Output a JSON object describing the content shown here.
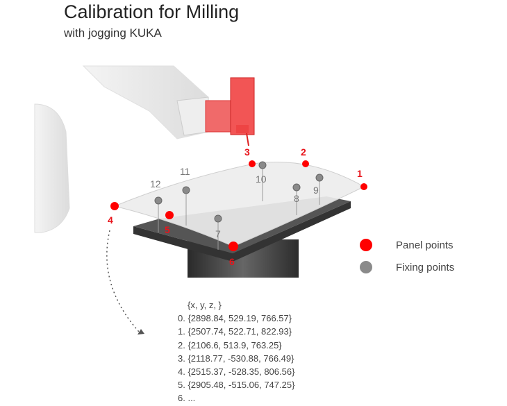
{
  "title": "Calibration for Milling",
  "subtitle": "with jogging KUKA",
  "panel_points": [
    "1",
    "2",
    "3",
    "4",
    "5",
    "6"
  ],
  "fixing_points": [
    "7",
    "8",
    "9",
    "10",
    "11",
    "12"
  ],
  "legend": [
    {
      "label": "Panel points",
      "color": "#ff0000"
    },
    {
      "label": "Fixing points",
      "color": "#8a8a8a"
    }
  ],
  "coordinates": {
    "header": "{x, y, z, }",
    "rows": [
      "0. {2898.84, 529.19, 766.57}",
      "1. {2507.74, 522.71, 822.93}",
      "2. {2106.6, 513.9, 763.25}",
      "3. {2118.77, -530.88, 766.49}",
      "4. {2515.37, -528.35, 806.56}",
      "5. {2905.48, -515.06, 747.25}",
      "6. ..."
    ]
  }
}
